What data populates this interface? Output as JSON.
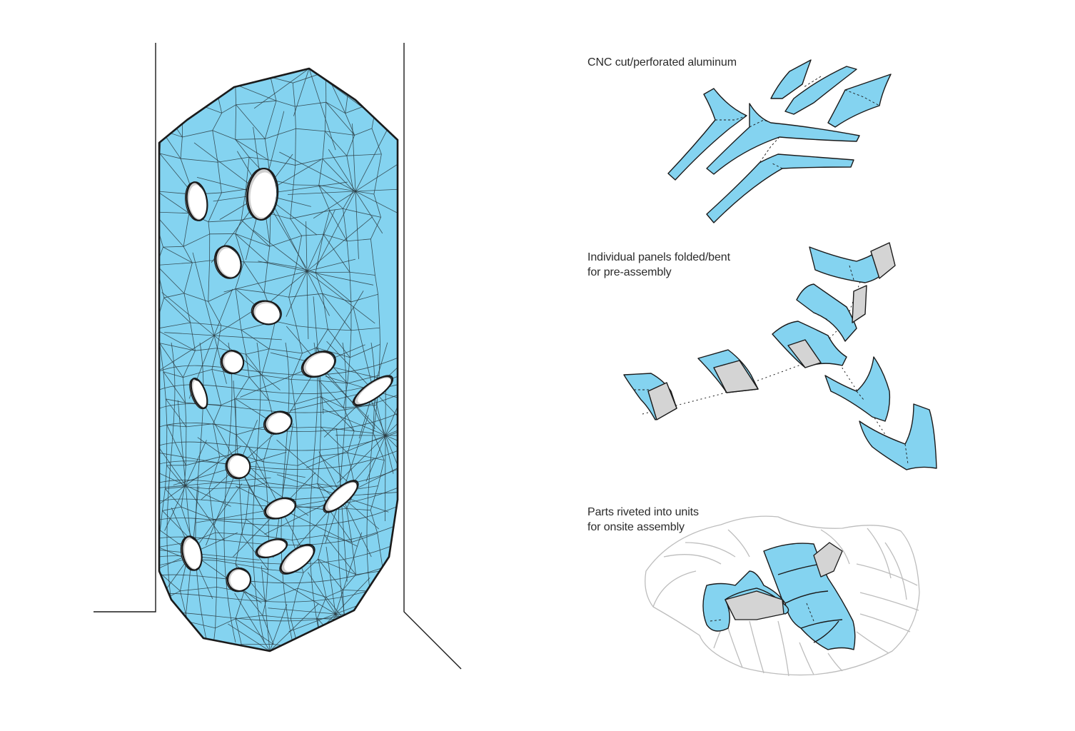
{
  "colors": {
    "panel_fill": "#84d3f0",
    "outline": "#1a1a1a",
    "mesh_line": "#2a3a40",
    "fold_fill": "#d4d4d4",
    "ghost_line": "#bdbdbd",
    "background": "#ffffff"
  },
  "captions": {
    "step1": {
      "lines": [
        "CNC cut/perforated aluminum"
      ]
    },
    "step2": {
      "lines": [
        "Individual panels folded/bent",
        "for pre-assembly"
      ]
    },
    "step3": {
      "lines": [
        "Parts riveted into units",
        "for onsite assembly"
      ]
    }
  },
  "figures": {
    "elevation": {
      "name": "perforated-panel-elevation"
    },
    "step1_parts": {
      "name": "flat-cut-parts"
    },
    "step2_parts": {
      "name": "folded-panels"
    },
    "step3_unit": {
      "name": "riveted-unit"
    }
  }
}
